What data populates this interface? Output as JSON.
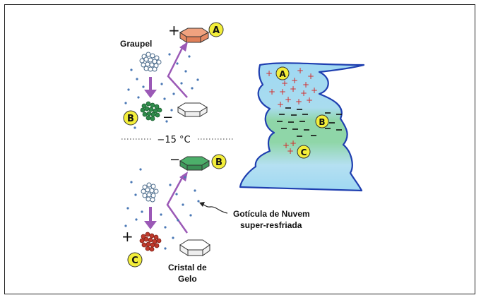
{
  "labels": {
    "graupel": "Graupel",
    "temperature": "−15 °C",
    "droplet_line1": "Gotícula de Nuvem",
    "droplet_line2": "super-resfriada",
    "crystal_line1": "Cristal de",
    "crystal_line2": "Gelo"
  },
  "badges": {
    "top_crystal": "A",
    "top_graupel": "B",
    "bottom_crystal": "B",
    "bottom_graupel": "C",
    "cloud_top": "A",
    "cloud_middle": "B",
    "cloud_bottom": "C"
  },
  "signs": {
    "plus": "+",
    "minus": "−"
  },
  "colors": {
    "badge_fill": "#f3ee3a",
    "crystal_orange": "#f0a27f",
    "crystal_green": "#4caf6a",
    "graupel_green": "#2e8b4a",
    "graupel_red": "#c0392b",
    "arrow_purple": "#9b59b6",
    "plus_red": "#d32f2f",
    "cloud_blue": "#8fd3ee",
    "cloud_green": "#8fd6a8",
    "cloud_outline": "#1f3fb0",
    "droplet_blue": "#4a78b5"
  }
}
